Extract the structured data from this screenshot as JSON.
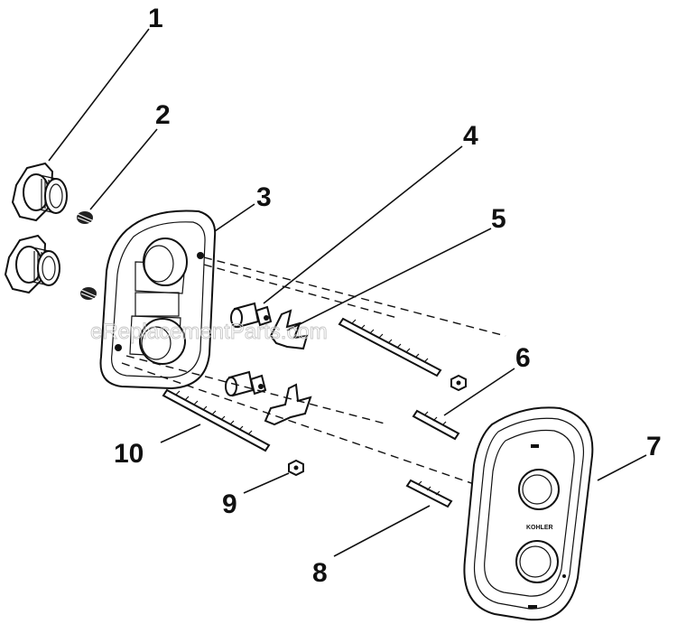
{
  "diagram": {
    "callouts": [
      {
        "id": "1",
        "label": "1"
      },
      {
        "id": "2",
        "label": "2"
      },
      {
        "id": "3",
        "label": "3"
      },
      {
        "id": "4",
        "label": "4"
      },
      {
        "id": "5",
        "label": "5"
      },
      {
        "id": "6",
        "label": "6"
      },
      {
        "id": "7",
        "label": "7"
      },
      {
        "id": "8",
        "label": "8"
      },
      {
        "id": "9",
        "label": "9"
      },
      {
        "id": "10",
        "label": "10"
      }
    ],
    "watermark": "eReplacementParts.com",
    "trim_brand_text": "KOHLER"
  }
}
